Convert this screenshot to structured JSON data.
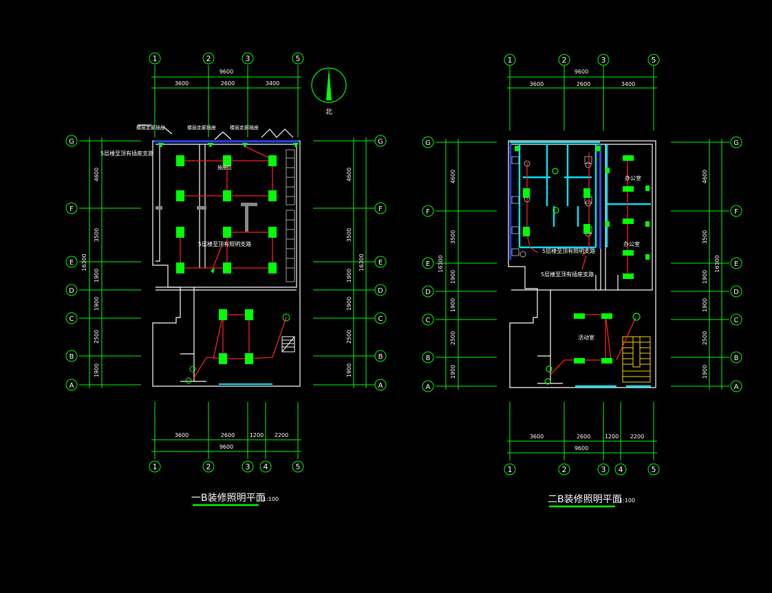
{
  "colors": {
    "background": "#000000",
    "dim_line": "#00ff00",
    "wall": "#ffffff",
    "partition": "#00e5ff",
    "wiring": "#ff2020",
    "fixture": "#00ff00",
    "title_underline": "#00ff00"
  },
  "north_label": "北",
  "plans": [
    {
      "id": "plan-1",
      "title": "一B装修照明平面",
      "scale": "1:100",
      "axes_top": [
        "1",
        "2",
        "3",
        "5"
      ],
      "axes_bottom": [
        "1",
        "2",
        "3",
        "4",
        "5"
      ],
      "axes_side": [
        "G",
        "F",
        "E",
        "D",
        "C",
        "B",
        "A"
      ],
      "top_total": "9600",
      "top_spans": [
        "3600",
        "2600",
        "3400"
      ],
      "bottom_spans": [
        "3600",
        "2600",
        "1200",
        "2200"
      ],
      "bottom_total": "9600",
      "side_spans": [
        "4600",
        "3500",
        "1900",
        "1900",
        "2500",
        "1900"
      ],
      "side_total": "16300",
      "top_notes": [
        "楼层走廊插座",
        "楼层走廊插座",
        "楼层走廊插座"
      ],
      "annotations": [
        "5层楼至顶有插座支路",
        "插座位",
        "5层楼至顶有照明支路"
      ],
      "rooms": []
    },
    {
      "id": "plan-2",
      "title": "二B装修照明平面",
      "scale": "1:100",
      "axes_top": [
        "1",
        "2",
        "3",
        "5"
      ],
      "axes_bottom": [
        "1",
        "2",
        "3",
        "4",
        "5"
      ],
      "axes_side": [
        "G",
        "F",
        "E",
        "D",
        "C",
        "B",
        "A"
      ],
      "top_total": "9600",
      "top_spans": [
        "3600",
        "2600",
        "3400"
      ],
      "bottom_spans": [
        "3600",
        "2600",
        "1200",
        "2200"
      ],
      "bottom_total": "9600",
      "side_spans": [
        "4600",
        "3500",
        "1900",
        "1900",
        "2500",
        "1900"
      ],
      "side_total": "16300",
      "top_notes": [],
      "annotations": [
        "5层楼至顶有照明支路",
        "5层楼至顶有插座支路"
      ],
      "rooms": [
        "办公室",
        "办公室",
        "活动室"
      ]
    }
  ]
}
